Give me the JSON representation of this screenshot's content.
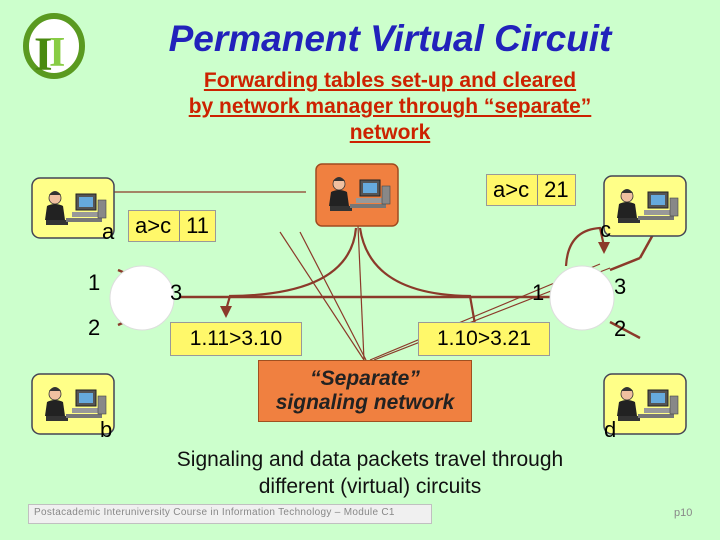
{
  "title": "Permanent Virtual Circuit",
  "subtitle_lines": [
    "Forwarding tables set-up and cleared",
    "by network manager through “separate”",
    "network"
  ],
  "hosts": {
    "a": "a",
    "b": "b",
    "c": "c",
    "d": "d"
  },
  "forwarding_tables": {
    "left": {
      "entry": "a>c",
      "label": "11"
    },
    "right": {
      "entry": "a>c",
      "label": "21"
    }
  },
  "ports": {
    "left_switch": {
      "p1": "1",
      "p2": "2",
      "p3": "3"
    },
    "right_switch": {
      "p1": "1",
      "p2": "2",
      "p3": "3"
    }
  },
  "pvc_tables": {
    "left": "1.11>3.10",
    "right": "1.10>3.21"
  },
  "signaling_network_lines": [
    "“Separate”",
    "signaling network"
  ],
  "note_lines": [
    "Signaling and data packets travel through",
    "different (virtual) circuits"
  ],
  "footer": "Postacademic Interuniversity Course in Information Technology – Module C1",
  "page_number": "p10",
  "icons": {
    "logo": "ii-logo-icon",
    "terminal": "workstation-user-icon",
    "switch": "switch-node-icon"
  },
  "colors": {
    "background": "#ccffcc",
    "title": "#2222bb",
    "subtitle": "#cc2200",
    "circuit": "#8b3a2a",
    "table": "#fff86a",
    "signaling": "#f08040"
  }
}
